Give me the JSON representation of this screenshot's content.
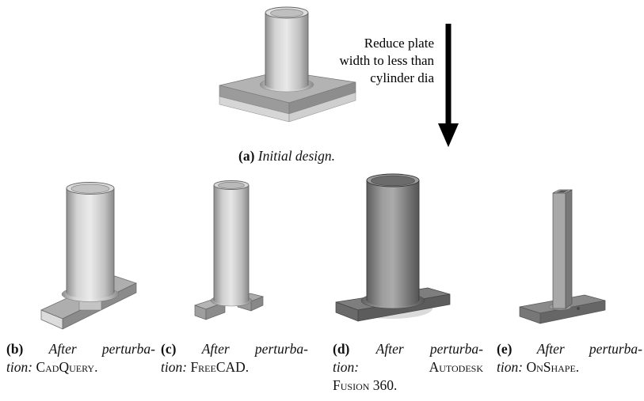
{
  "page": {
    "background": "#ffffff",
    "type": "paper-figure"
  },
  "annotation": {
    "lines": [
      "Reduce plate",
      "width to less than",
      "cylinder dia"
    ]
  },
  "icons": {
    "down_arrow": "↓"
  },
  "captions": {
    "a": {
      "label": "(a)",
      "text": "Initial design."
    },
    "b": {
      "label": "(b)",
      "line1": "After perturba-",
      "line2": "tion:",
      "tool": "CadQuery."
    },
    "c": {
      "label": "(c)",
      "line1": "After perturba-",
      "line2": "tion:",
      "tool": "FreeCAD."
    },
    "d": {
      "label": "(d)",
      "line1": "After perturba-",
      "line2": "tion:",
      "tool": "Autodesk",
      "tool_line2": "Fusion 360."
    },
    "e": {
      "label": "(e)",
      "line1": "After perturba-",
      "line2": "tion:",
      "tool": "OnShape."
    }
  },
  "colors": {
    "background": "#ffffff",
    "text": "#111111",
    "arrow": "#000000",
    "render_light_gray": "#d2d2d2",
    "render_mid_gray": "#aeaeae",
    "render_dark_gray": "#6e6e6e"
  }
}
